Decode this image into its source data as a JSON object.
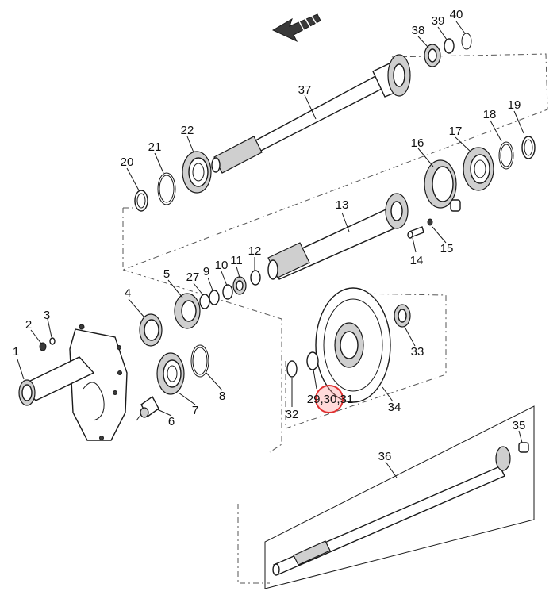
{
  "labels": {
    "p1": "1",
    "p2": "2",
    "p3": "3",
    "p4": "4",
    "p5": "5",
    "p6": "6",
    "p7": "7",
    "p8": "8",
    "p9": "9",
    "p10": "10",
    "p11": "11",
    "p12": "12",
    "p13": "13",
    "p14": "14",
    "p15": "15",
    "p16": "16",
    "p17": "17",
    "p18": "18",
    "p19": "19",
    "p20": "20",
    "p21": "21",
    "p22": "22",
    "p27": "27",
    "p29_31": "29,30,31",
    "p32": "32",
    "p33": "33",
    "p34": "34",
    "p35": "35",
    "p36": "36",
    "p37": "37",
    "p38": "38",
    "p39": "39",
    "p40": "40"
  },
  "highlight": {
    "target": "29,30,31",
    "color": "#e03030"
  },
  "direction_arrow": "arrow-left-icon"
}
